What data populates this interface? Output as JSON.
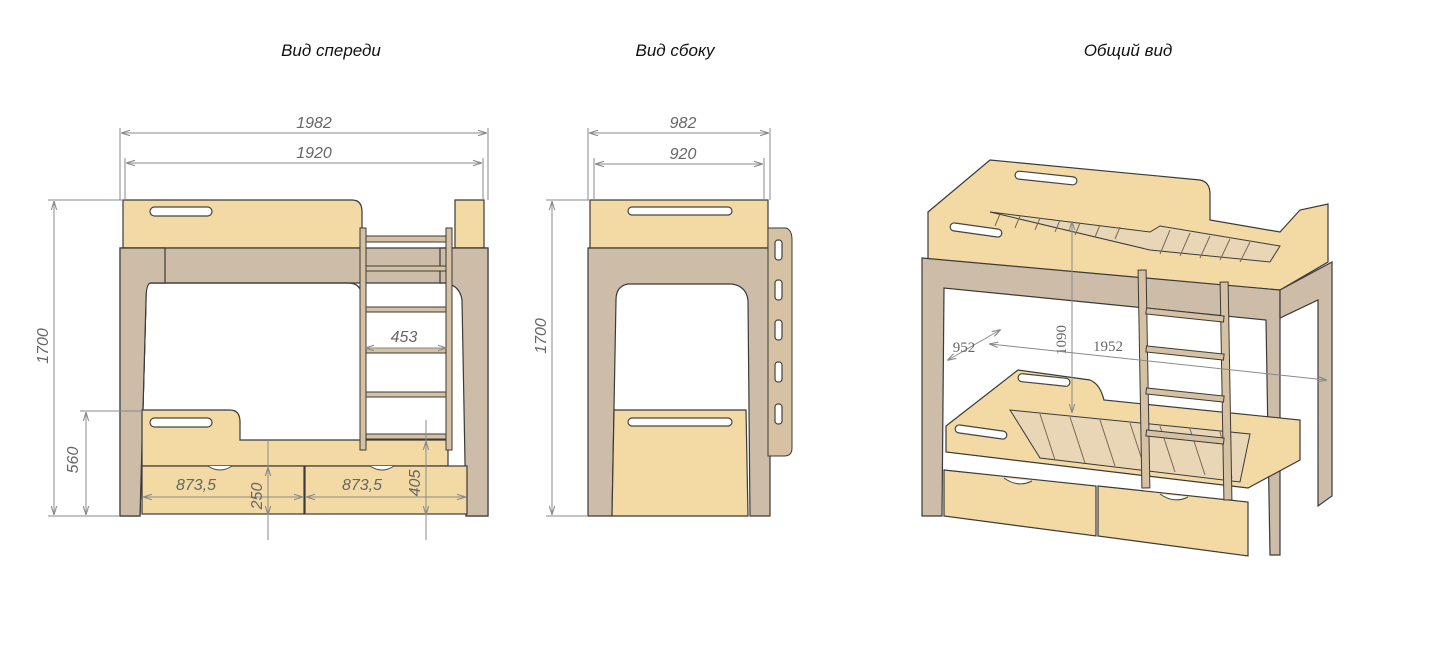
{
  "views": {
    "front": {
      "title": "Вид спереди"
    },
    "side": {
      "title": "Вид сбоку"
    },
    "general": {
      "title": "Общий вид"
    }
  },
  "front_dims": {
    "overall_width": "1982",
    "inner_width": "1920",
    "height": "1700",
    "lower_height": "560",
    "ladder_width": "453",
    "drawer_left_width": "873,5",
    "drawer_right_width": "873,5",
    "drawer_height": "250",
    "ladder_step_height": "405"
  },
  "side_dims": {
    "overall_depth": "982",
    "inner_depth": "920",
    "height": "1700"
  },
  "general_dims": {
    "depth": "952",
    "length": "1952",
    "clearance": "1090"
  },
  "colors": {
    "plywood": "#f3d9a4",
    "frame": "#cdbda8",
    "dimension_line": "#8a8a8a"
  }
}
